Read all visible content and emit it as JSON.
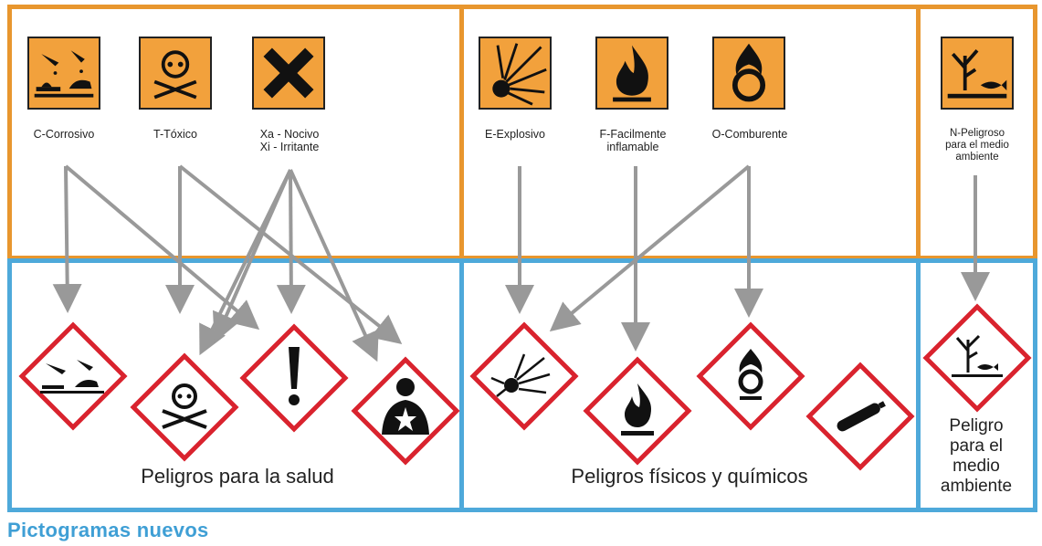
{
  "old_pictograms": {
    "corrosive": "C-Corrosivo",
    "toxic": "T-Tóxico",
    "harmful_line1": "Xa - Nocivo",
    "harmful_line2": "Xi - Irritante",
    "explosive": "E-Explosivo",
    "flammable_line1": "F-Facilmente",
    "flammable_line2": "inflamable",
    "oxidizing": "O-Comburente",
    "environment_line1": "N-Peligroso",
    "environment_line2": "para el medio",
    "environment_line3": "ambiente"
  },
  "groups": {
    "health": "Peligros para la salud",
    "physical": "Peligros físicos y químicos",
    "environment_line1": "Peligro",
    "environment_line2": "para el",
    "environment_line3": "medio",
    "environment_line4": "ambiente"
  },
  "caption": "Pictogramas nuevos",
  "colors": {
    "old_border": "#e8962e",
    "new_border": "#4ea9da",
    "old_icon_fill": "#f2a13c",
    "ghs_red": "#d9232e",
    "arrow": "#999999"
  },
  "icons": {
    "old": [
      "corrosion-icon",
      "skull-crossbones-icon",
      "cross-icon",
      "exploding-bomb-icon",
      "flame-icon",
      "flame-over-circle-icon",
      "dead-tree-fish-icon"
    ],
    "new": [
      "ghs-corrosion-icon",
      "ghs-skull-icon",
      "ghs-exclamation-icon",
      "ghs-health-hazard-icon",
      "ghs-explosive-icon",
      "ghs-flame-icon",
      "ghs-oxidizer-icon",
      "ghs-gas-cylinder-icon",
      "ghs-environment-icon"
    ]
  }
}
